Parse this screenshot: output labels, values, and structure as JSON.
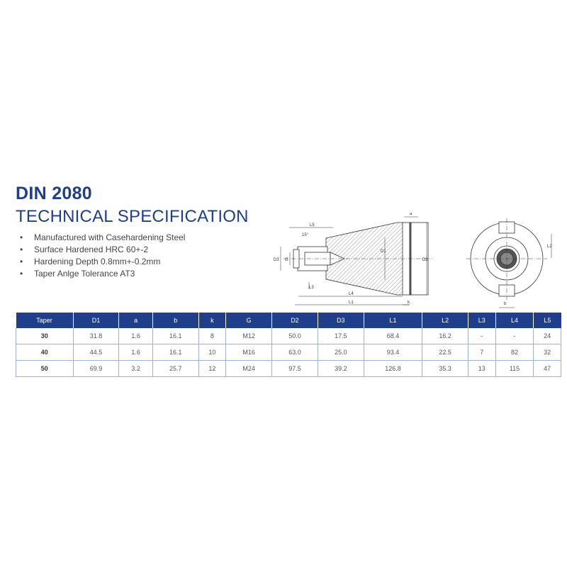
{
  "title": "DIN 2080",
  "subtitle": "TECHNICAL SPECIFICATION",
  "features": [
    "Manufactured with Casehardening Steel",
    "Surface Hardened HRC 60+-2",
    "Hardening Depth 0.8mm+-0.2mm",
    "Taper Anlge Tolerance AT3"
  ],
  "drawing_labels": {
    "L5": "L5",
    "a": "a",
    "angle": "15°",
    "D3": "D3",
    "G": "G",
    "D1": "D1",
    "D2": "D2",
    "L3": "L3",
    "L4": "L4",
    "L1": "L1",
    "k": "k",
    "L2": "L2",
    "b": "b"
  },
  "table": {
    "headers": [
      "Taper",
      "D1",
      "a",
      "b",
      "k",
      "G",
      "D2",
      "D3",
      "L1",
      "L2",
      "L3",
      "L4",
      "L5"
    ],
    "rows": [
      [
        "30",
        "31.8",
        "1.6",
        "16.1",
        "8",
        "M12",
        "50.0",
        "17.5",
        "68.4",
        "16.2",
        "-",
        "-",
        "24"
      ],
      [
        "40",
        "44.5",
        "1.6",
        "16.1",
        "10",
        "M16",
        "63.0",
        "25.0",
        "93.4",
        "22.5",
        "7",
        "82",
        "32"
      ],
      [
        "50",
        "69.9",
        "3.2",
        "25.7",
        "12",
        "M24",
        "97.5",
        "39.2",
        "126.8",
        "35.3",
        "13",
        "115",
        "47"
      ]
    ]
  }
}
